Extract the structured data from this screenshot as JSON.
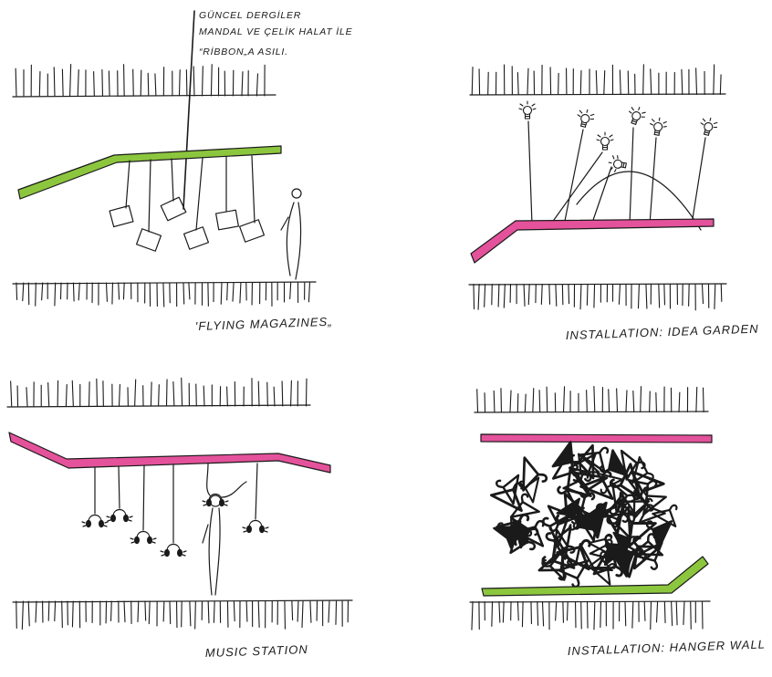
{
  "annotation": {
    "line1": "GÜNCEL DERGİLER",
    "line2": "MANDAL VE ÇELİK HALAT İLE",
    "line3": "“RİBBON„A ASILI."
  },
  "captions": {
    "flying_magazines": "'FLYING MAGAZINES„",
    "idea_garden": "INSTALLATION: IDEA GARDEN",
    "music_station": "MUSIC STATION",
    "hanger_wall": "INSTALLATION: HANGER WALL"
  },
  "colors": {
    "ink": "#1a1a1a",
    "green_ribbon": "#8cc63e",
    "pink_ribbon": "#e4529b",
    "background": "#ffffff"
  }
}
